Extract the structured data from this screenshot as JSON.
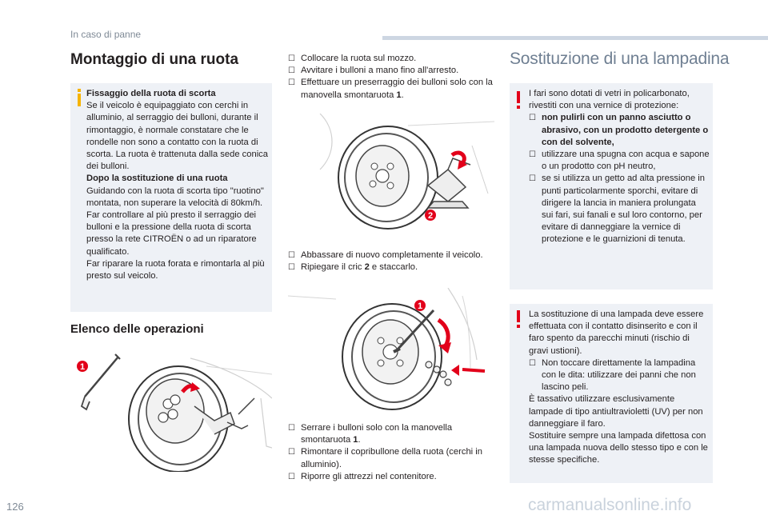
{
  "header": {
    "section_label": "In caso di panne"
  },
  "left": {
    "title": "Montaggio di una ruota",
    "info_box": {
      "h1": "Fissaggio della ruota di scorta",
      "p1": "Se il veicolo è equipaggiato con cerchi in alluminio, al serraggio dei bulloni, durante il rimontaggio, è normale constatare che le rondelle non sono a contatto con la ruota di scorta. La ruota è trattenuta dalla sede conica dei bulloni.",
      "h2": "Dopo la sostituzione di una ruota",
      "p2": "Guidando con la ruota di scorta tipo \"ruotino\" montata, non superare la velocità di 80km/h.",
      "p3": "Far controllare al più presto il serraggio dei bulloni e la pressione della ruota di scorta presso la rete CITROËN o ad un riparatore qualificato.",
      "p4": "Far riparare la ruota forata e rimontarla al più presto sul veicolo."
    },
    "ops_title": "Elenco delle operazioni",
    "illus_badge": "1"
  },
  "middle": {
    "bullets_a": [
      "Collocare la ruota sul mozzo.",
      "Avvitare i bulloni a mano fino all'arresto.",
      "Effettuare un preserraggio dei bulloni solo con la manovella smontaruota "
    ],
    "bullets_a_bold": "1",
    "bullets_a_end": ".",
    "illus1_badge": "2",
    "bullets_b": [
      "Abbassare di nuovo completamente il veicolo.",
      "Ripiegare il cric "
    ],
    "bullets_b_bold": "2",
    "bullets_b_end": " e staccarlo.",
    "illus2_badge": "1",
    "bullets_c": [
      "Serrare i bulloni solo con la manovella smontaruota ",
      "Rimontare il copribullone della ruota (cerchi in alluminio).",
      "Riporre gli attrezzi nel contenitore."
    ],
    "bullets_c_bold": "1",
    "bullets_c_end": "."
  },
  "right": {
    "title": "Sostituzione di una lampadina",
    "warn1": {
      "p1": "I fari sono dotati di vetri in policarbonato, rivestiti con una vernice di protezione:",
      "b1": "non pulirli con un panno asciutto o abrasivo, con un prodotto detergente o con del solvente,",
      "b2": "utilizzare una spugna con acqua e sapone o un prodotto con pH neutro,",
      "b3": "se si utilizza un getto ad alta pressione in punti particolarmente sporchi, evitare di dirigere la lancia in maniera prolungata sui fari, sui fanali e sul loro contorno, per evitare di danneggiare la vernice di protezione e le guarnizioni di tenuta."
    },
    "warn2": {
      "p1": "La sostituzione di una lampada deve essere effettuata con il contatto disinserito e con il faro spento da parecchi minuti (rischio di gravi ustioni).",
      "b1": "Non toccare direttamente la lampadina con le dita: utilizzare dei panni che non lascino peli.",
      "p2": "È tassativo utilizzare esclusivamente lampade di tipo antiultravioletti (UV) per non danneggiare il faro.",
      "p3": "Sostituire sempre una lampada difettosa con una lampada nuova dello stesso tipo e con le stesse specifiche."
    }
  },
  "footer": {
    "page_number": "126",
    "watermark": "carmanualsonline.info"
  },
  "colors": {
    "accent_red": "#e2001a",
    "info_yellow": "#f6b400",
    "box_bg": "#eef1f6",
    "heading_blue": "#6f7f92"
  }
}
